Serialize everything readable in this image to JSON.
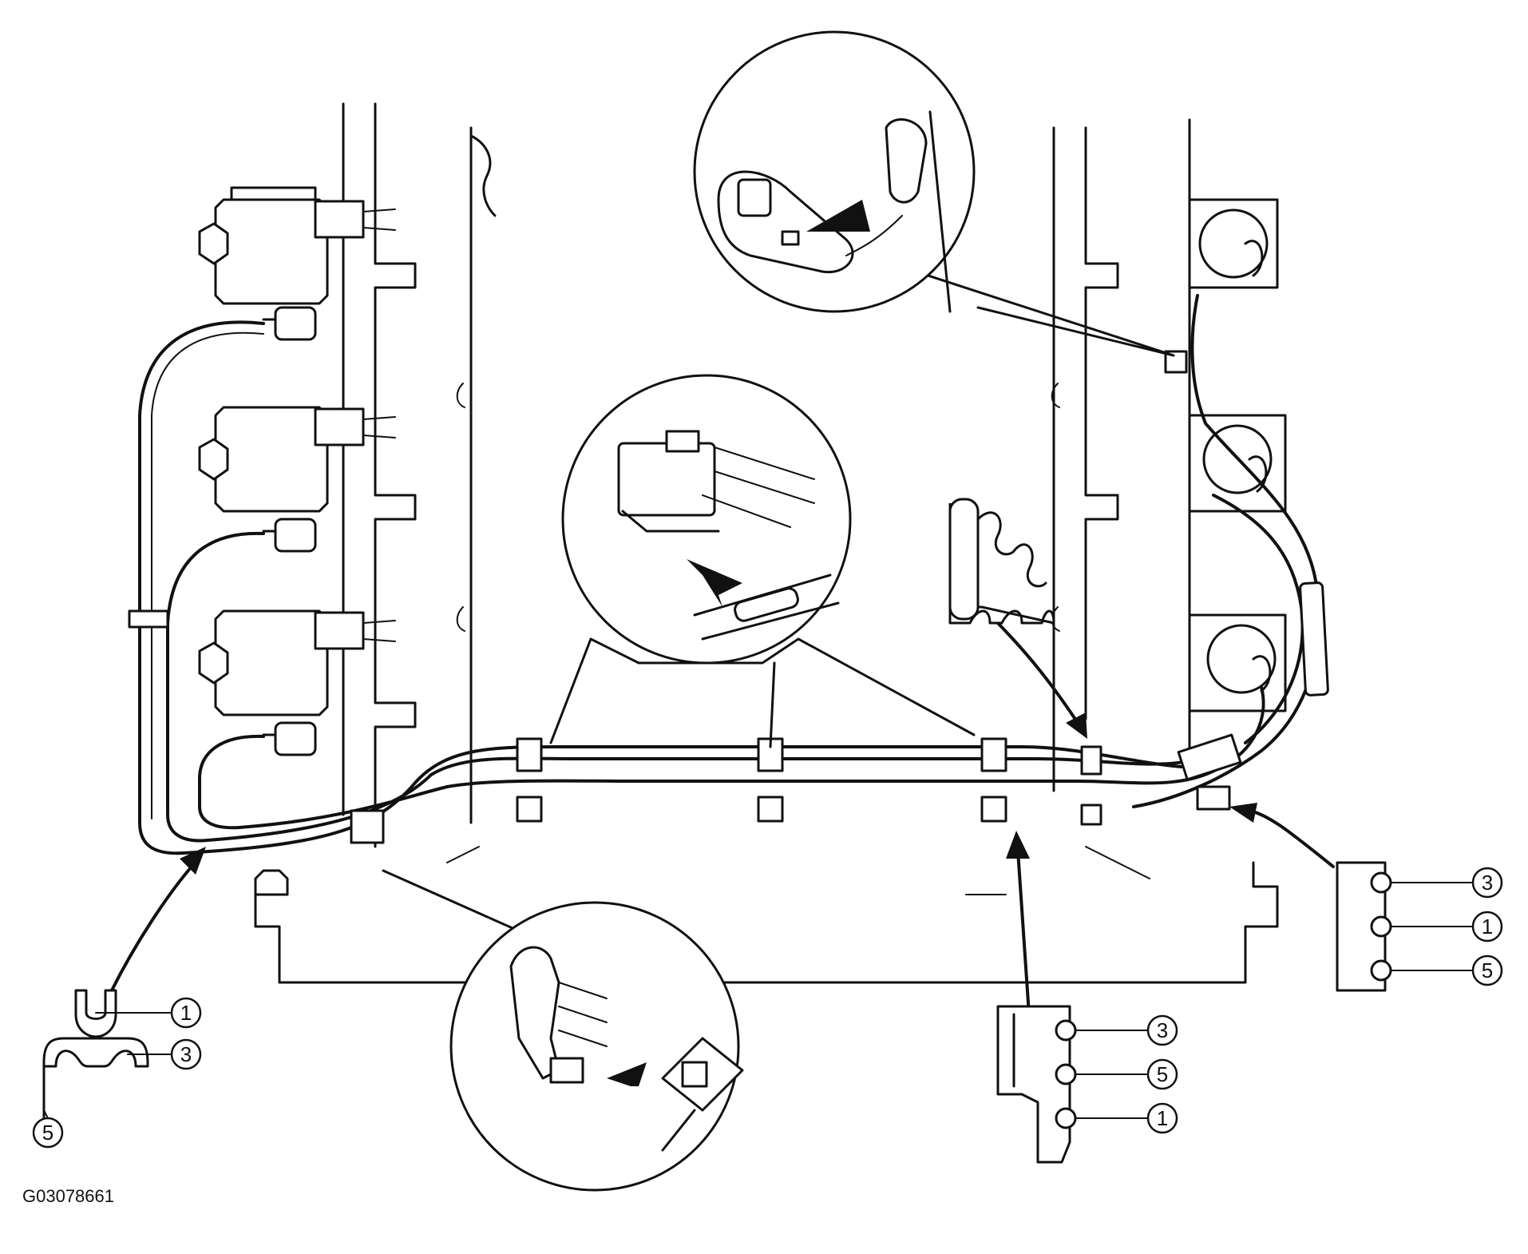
{
  "figure_id": "G03078661",
  "callouts": {
    "left_clamp": [
      "1",
      "3",
      "5"
    ],
    "bottom_clamp": [
      "3",
      "5",
      "1"
    ],
    "right_clamp": [
      "3",
      "1",
      "5"
    ]
  },
  "colors": {
    "line": "#111111",
    "background": "#ffffff"
  }
}
